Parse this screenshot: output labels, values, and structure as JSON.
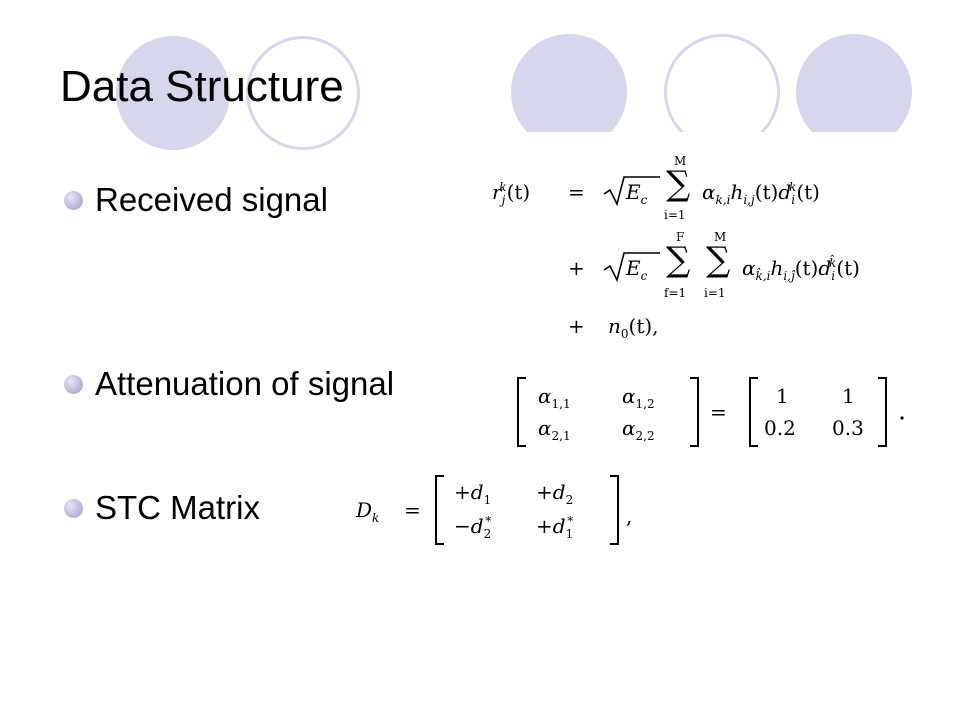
{
  "slide": {
    "title": "Data Structure",
    "accent_color": "#d6d6ec",
    "bullets": [
      {
        "label": "Received signal"
      },
      {
        "label": "Attenuation of signal"
      },
      {
        "label": "STC Matrix"
      }
    ]
  },
  "equations": {
    "received_signal": {
      "lhs": "r_j^k(t)",
      "line1": {
        "sign": "=",
        "sqrt": "E_c",
        "sum_upper": "M",
        "sum_lower": "i=1",
        "term": "α_{k,i} h_{i,j}(t) d_i^k(t)"
      },
      "line2": {
        "sign": "+",
        "sqrt": "E_c",
        "sum1_upper": "F",
        "sum1_lower": "f=1",
        "sum2_upper": "M",
        "sum2_lower": "i=1",
        "term": "α_{k̂,i} h_{i,ĵ}(t) d_i^{k̂}(t)"
      },
      "line3": {
        "sign": "+",
        "term": "n_0(t),"
      }
    },
    "attenuation": {
      "lhs": [
        [
          "α_{1,1}",
          "α_{1,2}"
        ],
        [
          "α_{2,1}",
          "α_{2,2}"
        ]
      ],
      "rhs": [
        [
          "1",
          "1"
        ],
        [
          "0.2",
          "0.3"
        ]
      ]
    },
    "stc_matrix": {
      "lhs": "D_k",
      "matrix": [
        [
          "+d_1",
          "+d_2"
        ],
        [
          "−d_2^*",
          "+d_1^*"
        ]
      ]
    }
  }
}
